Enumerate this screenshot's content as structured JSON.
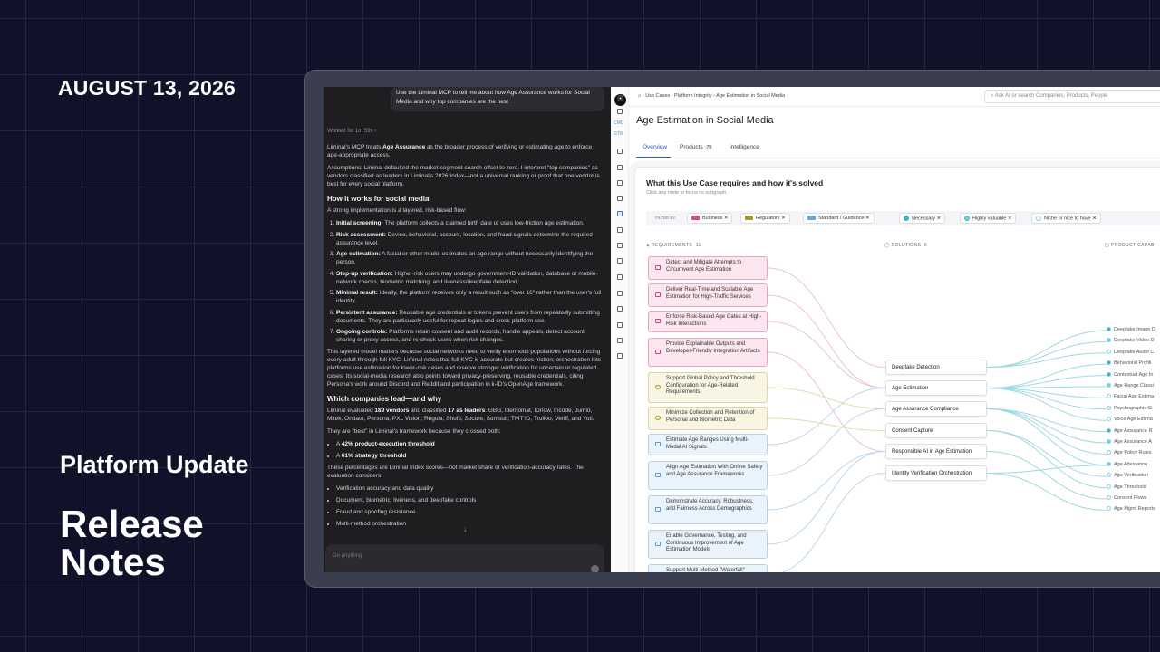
{
  "date": "AUGUST 13, 2026",
  "platform_update": "Platform Update",
  "release_notes": "Release Notes",
  "chat": {
    "prompt": "Use the Liminal MCP to tell me about how Age Assurance works for Social Media and why top companies are the best",
    "worked": "Worked for 1m 59s",
    "intro_a": "Liminal's MCP treats ",
    "intro_b": "Age Assurance",
    "intro_c": " as the broader process of verifying or estimating age to enforce age-appropriate access.",
    "assumptions": "Assumptions: Liminal defaulted the market-segment search offset to zero. I interpret \"top companies\" as vendors classified as leaders in Liminal's 2026 Index—not a universal ranking or proof that one vendor is best for every social platform.",
    "h1": "How it works for social media",
    "flow": "A strong implementation is a layered, risk-based flow:",
    "steps": [
      {
        "t": "Initial screening:",
        "d": " The platform collects a claimed birth date or uses low-friction age estimation."
      },
      {
        "t": "Risk assessment:",
        "d": " Device, behavioral, account, location, and fraud signals determine the required assurance level."
      },
      {
        "t": "Age estimation:",
        "d": " A facial or other model estimates an age range without necessarily identifying the person."
      },
      {
        "t": "Step-up verification:",
        "d": " Higher-risk users may undergo government-ID validation, database or mobile-network checks, biometric matching, and liveness/deepfake detection."
      },
      {
        "t": "Minimal result:",
        "d": " Ideally, the platform receives only a result such as \"over 16\" rather than the user's full identity."
      },
      {
        "t": "Persistent assurance:",
        "d": " Reusable age credentials or tokens prevent users from repeatedly submitting documents. They are particularly useful for repeat logins and cross-platform use."
      },
      {
        "t": "Ongoing controls:",
        "d": " Platforms retain consent and audit records, handle appeals, detect account sharing or proxy access, and re-check users when risk changes."
      }
    ],
    "layered": "This layered model matters because social networks need to verify enormous populations without forcing every adult through full KYC. Liminal notes that full KYC is accurate but creates friction; orchestration lets platforms use estimation for lower-risk cases and reserve stronger verification for uncertain or regulated cases. Its social-media research also points toward privacy-preserving, reusable credentials, citing Persona's work around Discord and Reddit and participation in k-ID's OpenAge framework.",
    "h2": "Which companies lead—and why",
    "eval_a": "Liminal evaluated ",
    "eval_b": "189 vendors",
    "eval_c": " and classified ",
    "eval_d": "17 as leaders",
    "eval_e": ": GBG, Identomat, IDnow, Incode, Jumio, Mitek, Ondato, Persona, PXL Vision, Regula, Shufti, Socure, Sumsub, TMT ID, Trulioo, Veriff, and Yoti.",
    "best": "They are \"best\" in Liminal's framework because they crossed both:",
    "thresholds": [
      {
        "a": "A ",
        "b": "42% product-execution threshold"
      },
      {
        "a": "A ",
        "b": "61% strategy threshold"
      }
    ],
    "pct": "These percentages are Liminal Index scores—not market share or verification-accuracy rates. The evaluation considers:",
    "considers": [
      "Verification accuracy and data quality",
      "Document, biometric, liveness, and deepfake controls",
      "Fraud and spoofing resistance",
      "Multi-method orchestration"
    ],
    "input_placeholder": "Go anything",
    "scroll_arrow": "↓"
  },
  "app": {
    "logo": "⦿",
    "rail_labels": [
      "CMD",
      "GTM"
    ],
    "breadcrumbs": [
      "⌂",
      "›",
      "Use Cases",
      "›",
      "Platform Integrity",
      "›",
      "Age Estimation in Social Media"
    ],
    "search_placeholder": "Ask AI or search Companies, Products, People",
    "title": "Age Estimation in Social Media",
    "tabs": {
      "overview": "Overview",
      "products": "Products",
      "products_count": "79",
      "intelligence": "Intelligence"
    },
    "panel_title": "What this Use Case requires and how it's solved",
    "panel_sub": "Click any node to focus its subgraph.",
    "filter_by": "FILTER BY",
    "chips": [
      {
        "label": "Business",
        "x": "✕",
        "color": "#d64c8a"
      },
      {
        "label": "Regulatory",
        "x": "✕",
        "color": "#a3982a"
      },
      {
        "label": "Standard / Guidance",
        "x": "✕",
        "color": "#6ea5cf"
      },
      {
        "label": "Necessary",
        "x": "✕",
        "color": "#3bb3c9"
      },
      {
        "label": "Highly valuable",
        "x": "✕",
        "color": "#7fd0dc"
      },
      {
        "label": "Niche or nice to have",
        "x": "✕",
        "color": "#cfeff3"
      }
    ],
    "col_req": "REQUIREMENTS",
    "col_req_n": "11",
    "col_sol": "SOLUTIONS",
    "col_sol_n": "6",
    "col_cap": "PRODUCT CAPABI",
    "requirements": [
      {
        "label": "Detect and Mitigate Attempts to Circumvent Age Estimation",
        "kind": "biz"
      },
      {
        "label": "Deliver Real-Time and Scalable Age Estimation for High-Traffic Services",
        "kind": "biz"
      },
      {
        "label": "Enforce Risk-Based Age Gates at High-Risk Interactions",
        "kind": "biz"
      },
      {
        "label": "Provide Explainable Outputs and Developer-Friendly Integration Artifacts",
        "kind": "biz"
      },
      {
        "label": "Support Global Policy and Threshold Configuration for Age-Related Requirements",
        "kind": "reg"
      },
      {
        "label": "Minimize Collection and Retention of Personal and Biometric Data",
        "kind": "reg"
      },
      {
        "label": "Estimate Age Ranges Using Multi-Modal AI Signals",
        "kind": "std"
      },
      {
        "label": "Align Age Estimation With Online Safety and Age Assurance Frameworks",
        "kind": "std"
      },
      {
        "label": "Demonstrate Accuracy, Robustness, and Fairness Across Demographics",
        "kind": "std"
      },
      {
        "label": "Enable Governance, Testing, and Continuous Improvement of Age Estimation Models",
        "kind": "std"
      },
      {
        "label": "Support Multi-Method \"Waterfall\"",
        "kind": "std"
      }
    ],
    "solutions": [
      "Deepfake Detection",
      "Age Estimation",
      "Age Assurance Compliance",
      "Consent Capture",
      "Responsible AI in Age Estimation",
      "Identity Verification Orchestration"
    ],
    "capabilities": [
      "Deepfake Image D",
      "Deepfake Video D",
      "Deepfake Audio C",
      "Behavioral Profili",
      "Contextual Age In",
      "Age Range Classi",
      "Facial Age Estima",
      "Psychographic Si",
      "Voice Age Estima",
      "Age Assurance R",
      "Age Assurance A",
      "Age Policy Rules",
      "Age Attestation",
      "Age Verification",
      "Age Threshold",
      "Consent Flows",
      "Age Mgmt Reports"
    ]
  }
}
